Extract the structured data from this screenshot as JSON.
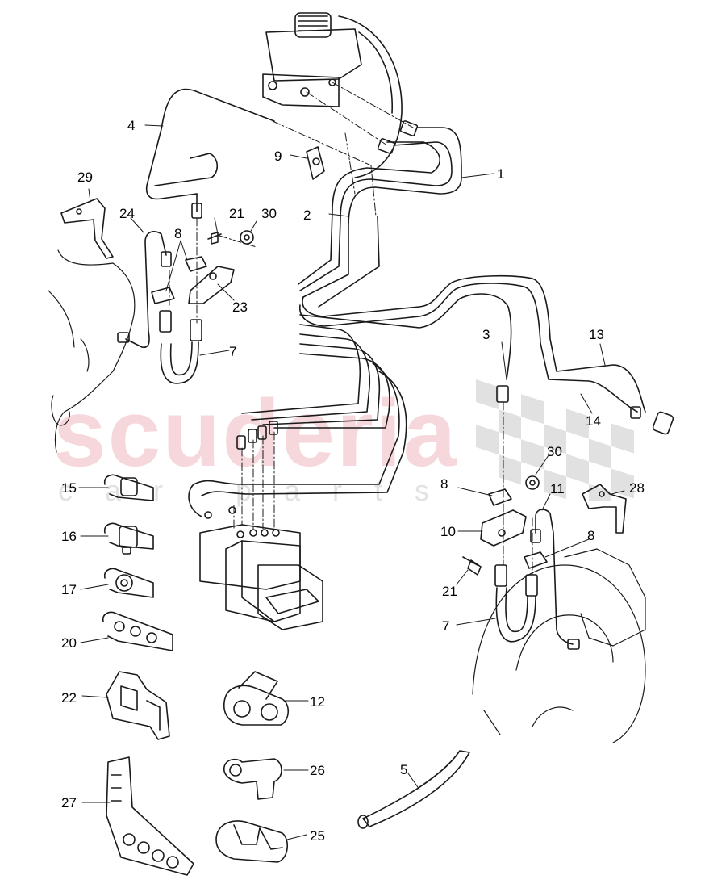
{
  "watermark": {
    "brand": "scuderia",
    "sub": "car parts"
  },
  "callouts": [
    {
      "id": "c1",
      "text": "1"
    },
    {
      "id": "c2",
      "text": "2"
    },
    {
      "id": "c3",
      "text": "3"
    },
    {
      "id": "c4",
      "text": "4"
    },
    {
      "id": "c5",
      "text": "5"
    },
    {
      "id": "c7a",
      "text": "7"
    },
    {
      "id": "c7b",
      "text": "7"
    },
    {
      "id": "c8a",
      "text": "8"
    },
    {
      "id": "c8b",
      "text": "8"
    },
    {
      "id": "c8c",
      "text": "8"
    },
    {
      "id": "c9",
      "text": "9"
    },
    {
      "id": "c10",
      "text": "10"
    },
    {
      "id": "c11",
      "text": "11"
    },
    {
      "id": "c12",
      "text": "12"
    },
    {
      "id": "c13",
      "text": "13"
    },
    {
      "id": "c14",
      "text": "14"
    },
    {
      "id": "c15",
      "text": "15"
    },
    {
      "id": "c16",
      "text": "16"
    },
    {
      "id": "c17",
      "text": "17"
    },
    {
      "id": "c20",
      "text": "20"
    },
    {
      "id": "c21a",
      "text": "21"
    },
    {
      "id": "c21b",
      "text": "21"
    },
    {
      "id": "c22",
      "text": "22"
    },
    {
      "id": "c23",
      "text": "23"
    },
    {
      "id": "c24",
      "text": "24"
    },
    {
      "id": "c25",
      "text": "25"
    },
    {
      "id": "c26",
      "text": "26"
    },
    {
      "id": "c27",
      "text": "27"
    },
    {
      "id": "c28",
      "text": "28"
    },
    {
      "id": "c29",
      "text": "29"
    },
    {
      "id": "c30a",
      "text": "30"
    },
    {
      "id": "c30b",
      "text": "30"
    }
  ]
}
